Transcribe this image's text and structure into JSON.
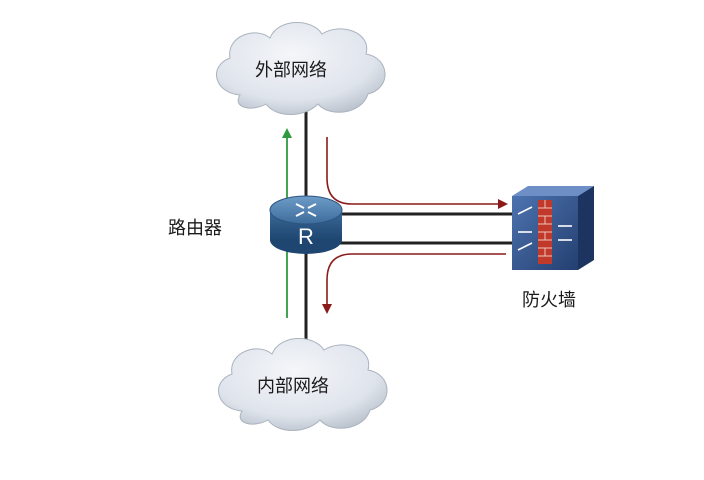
{
  "diagram": {
    "external_network": "外部网络",
    "internal_network": "内部网络",
    "router": "路由器",
    "router_mark": "R",
    "firewall": "防火墙"
  },
  "colors": {
    "cloud_fill": "#dfe4ec",
    "cloud_shade": "#b9c1cc",
    "link": "#222222",
    "traffic_to_firewall": "#8b1a1a",
    "direct_path": "#2e9b3e",
    "router_body": "#2f5f8e",
    "firewall_body": "#2c4f86",
    "firewall_bricks": "#c0392b"
  },
  "icons": {
    "router": "router-icon",
    "firewall": "firewall-icon",
    "cloud": "cloud-icon"
  }
}
